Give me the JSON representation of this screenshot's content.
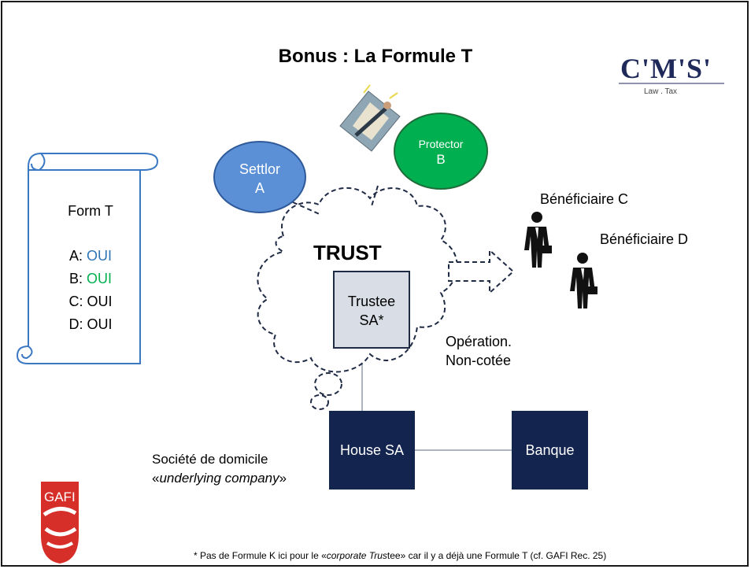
{
  "title": "Bonus : La Formule T",
  "logo": {
    "cms": "C'M'S'",
    "cms_sub": "Law . Tax",
    "gafi": "GAFI",
    "color_navy": "#1f2a5a",
    "color_red": "#d62f2a"
  },
  "form_t": {
    "heading": "Form T",
    "rows": [
      {
        "label": "A:",
        "value": "OUI",
        "color": "#2e75b6"
      },
      {
        "label": "B:",
        "value": "OUI",
        "color": "#00b050"
      },
      {
        "label": "C:",
        "value": "OUI",
        "color": "#000000"
      },
      {
        "label": "D:",
        "value": "OUI",
        "color": "#000000"
      }
    ]
  },
  "nodes": {
    "settlor": {
      "line1": "Settlor",
      "line2": "A",
      "color": "#5b8fd6"
    },
    "protector": {
      "line1": "Protector",
      "line2": "B",
      "color": "#00b050"
    },
    "trust": "TRUST",
    "trustee": {
      "line1": "Trustee",
      "line2": "SA*",
      "color": "#d9dde6"
    },
    "house": "House SA",
    "banque": "Banque",
    "box_color": "#13244f"
  },
  "labels": {
    "beneficiaire_c": "Bénéficiaire C",
    "beneficiaire_d": "Bénéficiaire D",
    "operation_1": "Opération.",
    "operation_2": "Non-cotée",
    "societe": "Société de domicile",
    "underlying_open": "«",
    "underlying_text": "underlying company",
    "underlying_close": "»"
  },
  "footnote": {
    "part1": "* Pas de Formule K ici pour le «",
    "italic1": "corporate Trus",
    "part2": "tee» car il y a déjà une Formule T (cf. GAFI Rec. 25)"
  }
}
